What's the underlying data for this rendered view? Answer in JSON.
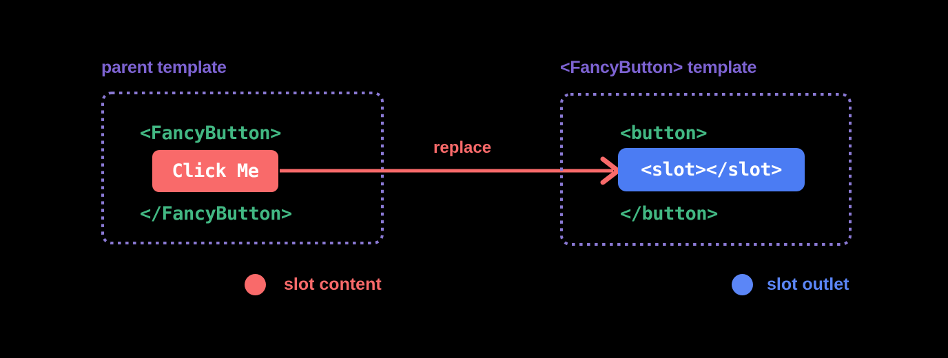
{
  "diagram": {
    "background": "#000000",
    "colors": {
      "purple": "#7d63d2",
      "purple_border": "#8a79d4",
      "green": "#42b883",
      "red": "#f96a6a",
      "blue": "#4b7cf3",
      "blue_light": "#5b86f7",
      "white": "#ffffff",
      "bg": "#000000"
    },
    "left_panel": {
      "title": "parent template",
      "open_tag": "<FancyButton>",
      "slot_content": "Click Me",
      "close_tag": "</FancyButton>"
    },
    "arrow": {
      "label": "replace"
    },
    "right_panel": {
      "title": "<FancyButton> template",
      "open_tag": "<button>",
      "slot_outlet": "<slot></slot>",
      "close_tag": "</button>"
    },
    "legend": [
      {
        "label": "slot content",
        "color": "#f96a6a"
      },
      {
        "label": "slot outlet",
        "color": "#5b86f7"
      }
    ]
  }
}
